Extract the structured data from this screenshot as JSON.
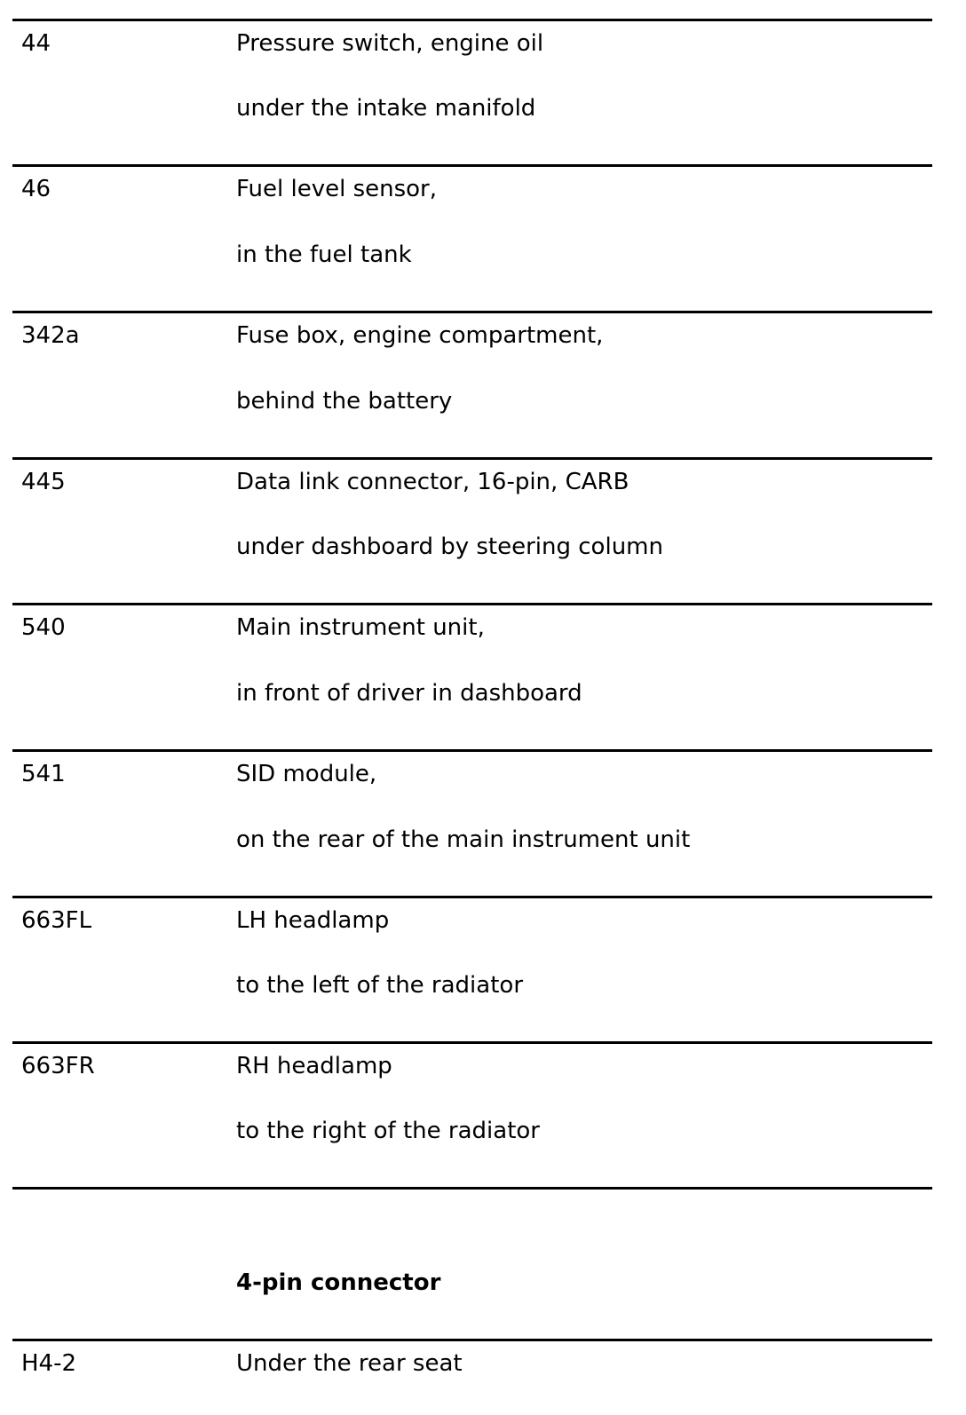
{
  "rows": [
    {
      "code": "44",
      "desc1": "Pressure switch, engine oil",
      "desc2": "under the intake manifold"
    },
    {
      "code": "46",
      "desc1": "Fuel level sensor,",
      "desc2": "in the fuel tank"
    },
    {
      "code": "342a",
      "desc1": "Fuse box, engine compartment,",
      "desc2": "behind the battery"
    },
    {
      "code": "445",
      "desc1": "Data link connector, 16-pin, CARB",
      "desc2": "under dashboard by steering column"
    },
    {
      "code": "540",
      "desc1": "Main instrument unit,",
      "desc2": "in front of driver in dashboard"
    },
    {
      "code": "541",
      "desc1": "SID module,",
      "desc2": "on the rear of the main instrument unit"
    },
    {
      "code": "663FL",
      "desc1": "LH headlamp",
      "desc2": "to the left of the radiator"
    },
    {
      "code": "663FR",
      "desc1": "RH headlamp",
      "desc2": "to the right of the radiator"
    }
  ],
  "section": {
    "title": "4-pin connector",
    "rows": [
      {
        "code": "H4-2",
        "desc1": "Under the rear seat"
      }
    ]
  }
}
